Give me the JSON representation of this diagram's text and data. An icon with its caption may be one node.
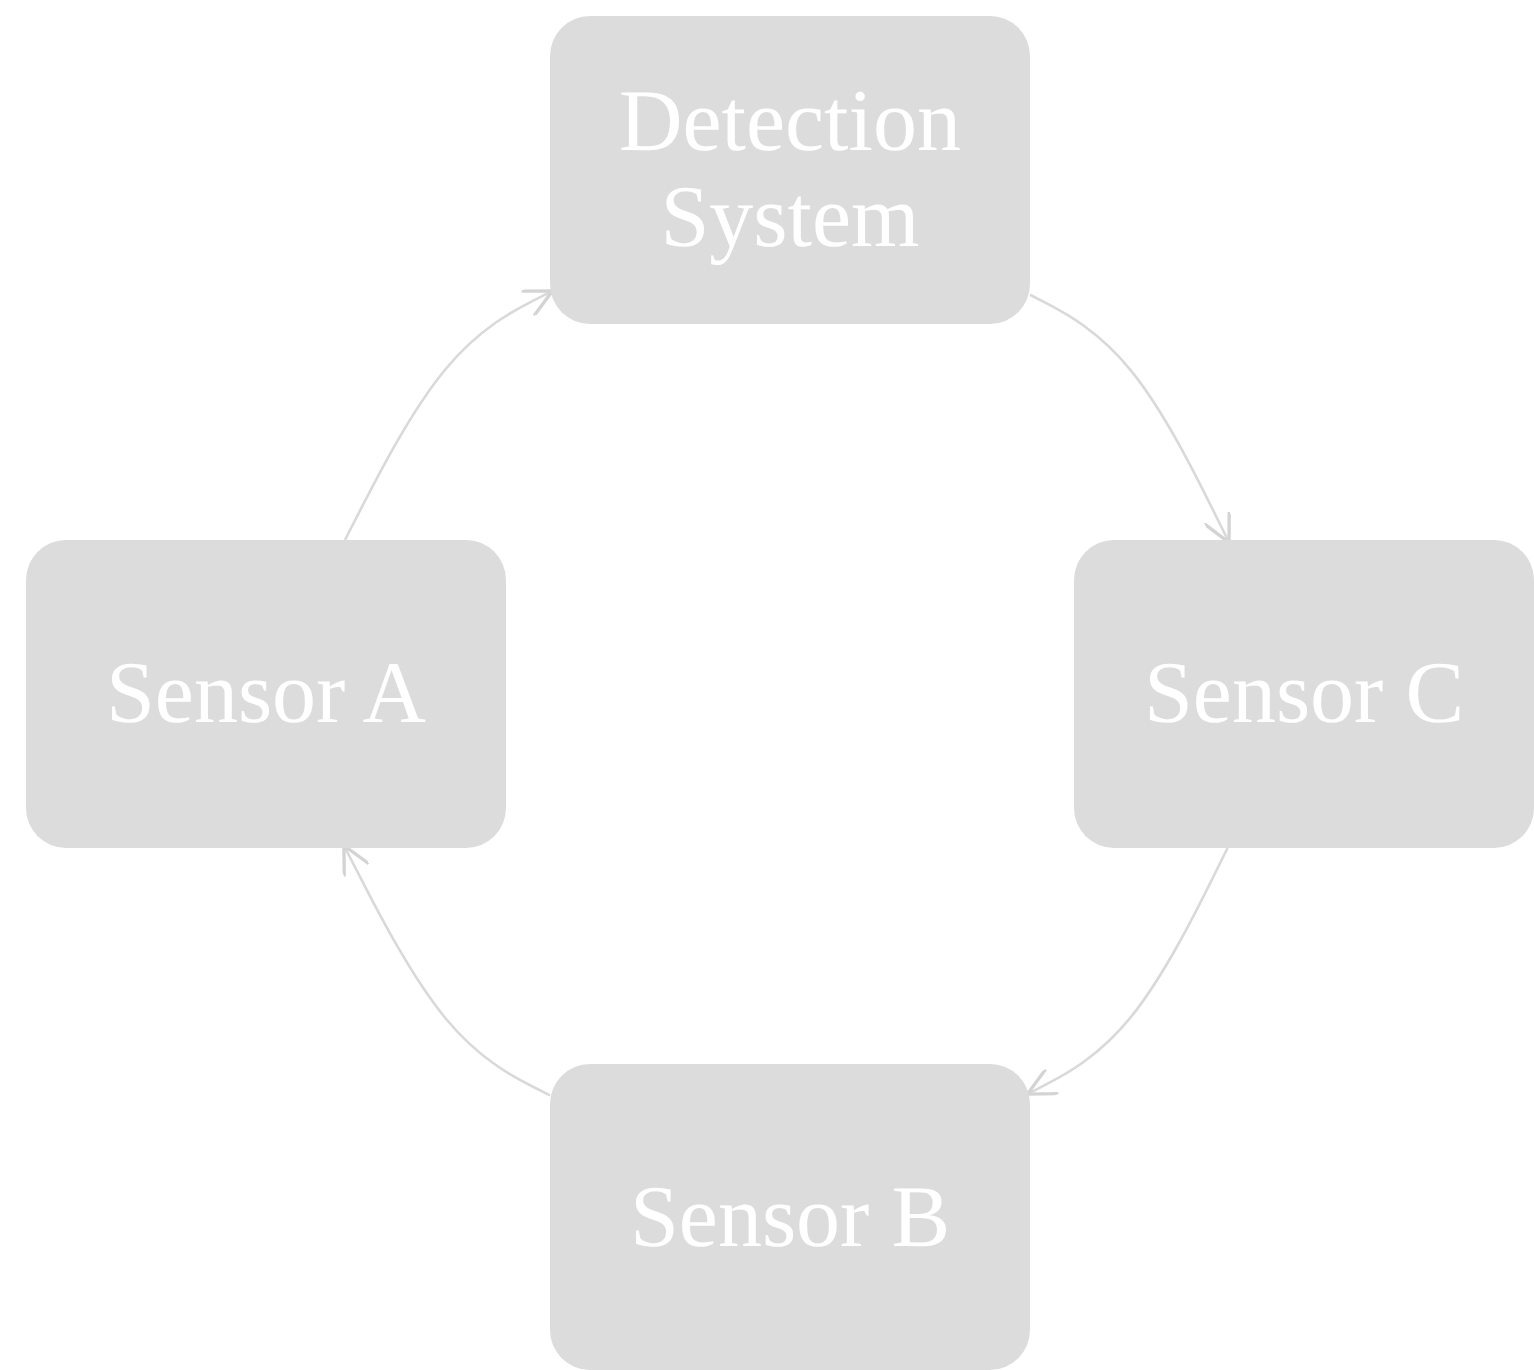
{
  "diagram": {
    "nodes": [
      {
        "text": [
          "Detection System"
        ]
      },
      {
        "text": [
          "Sensor A"
        ]
      },
      {
        "text": [
          "Sensor C"
        ]
      },
      {
        "text": [
          "Sensor B"
        ]
      }
    ],
    "edges": [
      {
        "from": 1,
        "to": 0,
        "arrow": "to"
      },
      {
        "from": 0,
        "to": 2,
        "arrow": "to"
      },
      {
        "from": 2,
        "to": 3,
        "arrow": "to"
      },
      {
        "from": 3,
        "to": 1,
        "arrow": "to"
      }
    ]
  }
}
